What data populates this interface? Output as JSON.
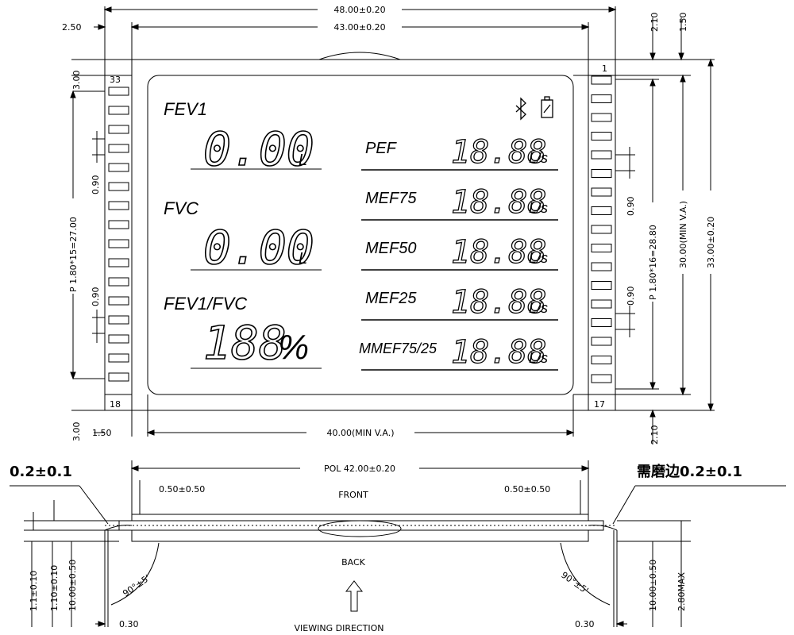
{
  "outline": {
    "width": "48.00±0.20",
    "inner_width": "43.00±0.20",
    "height": "33.00±0.20",
    "left_margin": "2.50",
    "top_right_a": "2.10",
    "top_right_b": "1.50",
    "top_left": "3.00",
    "bottom_left": "3.00",
    "bottom_left_b": "1.50",
    "bottom_right": "2.10",
    "va_width": "40.00(MIN V.A.)",
    "va_height": "30.00(MIN V.A.)"
  },
  "pins": {
    "top_left": "33",
    "top_right": "1",
    "bottom_left": "18",
    "bottom_right": "17",
    "left_pitch": "P 1.80*15=27.00",
    "right_pitch": "P 1.80*16=28.80",
    "left_width_a": "0.90",
    "left_width_b": "0.90",
    "right_width_a": "0.90",
    "right_width_b": "0.90",
    "left_count": 16,
    "right_count": 17
  },
  "lcd": {
    "fev1": {
      "label": "FEV1",
      "value": "0.00",
      "unit": "L"
    },
    "fvc": {
      "label": "FVC",
      "value": "0.00",
      "unit": "L"
    },
    "ratio": {
      "label": "FEV1/FVC",
      "value": "188",
      "unit": "%"
    },
    "right_rows": [
      {
        "label": "PEF",
        "value": "18.88",
        "unit": "L/s"
      },
      {
        "label": "MEF75",
        "value": "18.88",
        "unit": "L/s"
      },
      {
        "label": "MEF50",
        "value": "18.88",
        "unit": "L/s"
      },
      {
        "label": "MEF25",
        "value": "18.88",
        "unit": "L/s"
      },
      {
        "label": "MMEF75/25",
        "value": "18.88",
        "unit": "L/s"
      }
    ],
    "icons": [
      "bluetooth-icon",
      "battery-icon"
    ]
  },
  "side_view": {
    "pol": "POL 42.00±0.20",
    "left_offset": "0.50±0.50",
    "right_offset": "0.50±0.50",
    "front": "FRONT",
    "back": "BACK",
    "left_note": "0.2±0.1",
    "right_note": "需磨边0.2±0.1",
    "angle_left": "90°±5'",
    "angle_right": "90°±5'",
    "dim_a": "1.1±0.10",
    "dim_b": "1.10±0.10",
    "dim_c": "10.00±0.50",
    "dim_right": "10.00±0.50",
    "max": "2.80MAX",
    "pin_left": "0.30",
    "pin_right": "0.30",
    "viewing": "VIEWING DIRECTION"
  }
}
